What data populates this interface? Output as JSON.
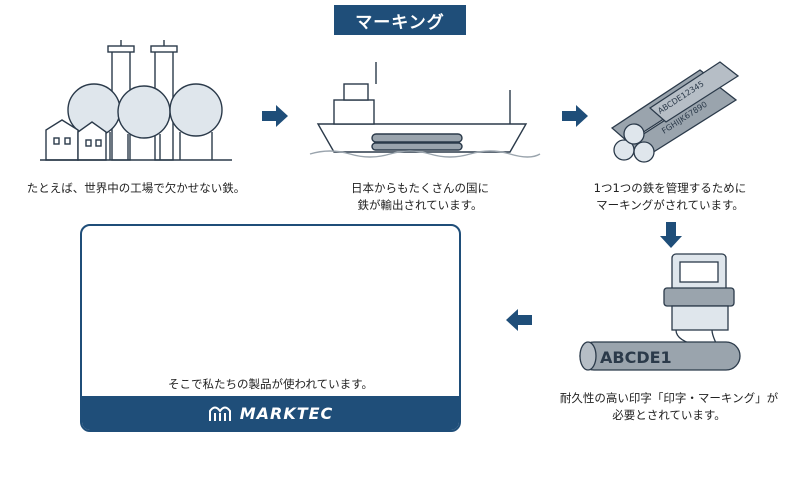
{
  "title": "マーキング",
  "steps": {
    "factory_caption": "たとえば、世界中の工場で欠かせない鉄。",
    "ship_caption_1": "日本からもたくさんの国に",
    "ship_caption_2": "鉄が輸出されています。",
    "pipes_caption_1": "1つ1つの鉄を管理するために",
    "pipes_caption_2": "マーキングがされています。",
    "printer_caption_1": "耐久性の高い印字「印字・マーキング」が",
    "printer_caption_2": "必要とされています。",
    "gantry_caption": "そこで私たちの製品が使われています。"
  },
  "pipe_texts": {
    "stack_1": "ABCDE12345",
    "stack_2": "FGHIJK67890",
    "printed": "ABCDE1"
  },
  "brand": {
    "name": "MARKTEC"
  },
  "colors": {
    "navy": "#1f4e79",
    "gray": "#9aa4ad",
    "light": "#dfe6ec"
  },
  "icons": [
    "factory-icon",
    "ship-icon",
    "pipe-stack-icon",
    "marking-printer-icon",
    "gantry-marking-machine-icon",
    "arrow-right-icon",
    "arrow-down-icon",
    "arrow-left-icon",
    "marktec-logo-icon"
  ]
}
